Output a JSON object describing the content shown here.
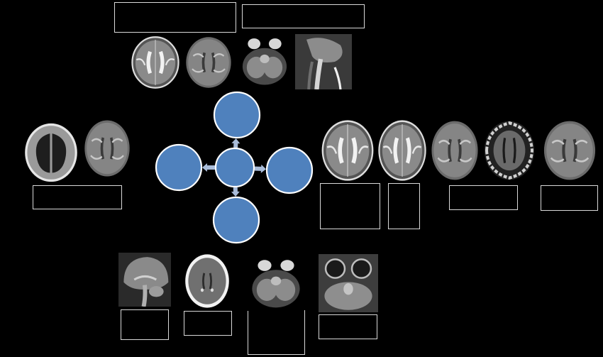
{
  "colors": {
    "background": "#000000",
    "node_fill": "#4f81bd",
    "node_stroke": "#ffffff",
    "arrow_fill": "#a9bcd9",
    "box_stroke": "#d9d9d9"
  },
  "diagram": {
    "nodes": [
      {
        "id": "center",
        "label": ""
      },
      {
        "id": "top",
        "label": ""
      },
      {
        "id": "left",
        "label": ""
      },
      {
        "id": "right",
        "label": ""
      },
      {
        "id": "bottom",
        "label": ""
      }
    ],
    "edges": [
      {
        "from": "center",
        "to": "top"
      },
      {
        "from": "center",
        "to": "left"
      },
      {
        "from": "center",
        "to": "right"
      },
      {
        "from": "center",
        "to": "bottom"
      }
    ]
  },
  "label_boxes": {
    "top_1": "",
    "top_2": "",
    "left_1": "",
    "right_1": "",
    "right_2": "",
    "right_3": "",
    "right_4": "",
    "bottom_1": "",
    "bottom_2": "",
    "bottom_3": "",
    "bottom_4": ""
  },
  "scans": [
    {
      "name": "axial-t2-neonatal-brain-scan",
      "kind": "axial-t2"
    },
    {
      "name": "axial-dwi-brain-scan",
      "kind": "axial-dwi"
    },
    {
      "name": "axial-posterior-fossa-scan",
      "kind": "posterior-fossa"
    },
    {
      "name": "sagittal-spine-scan",
      "kind": "sagittal-spine"
    },
    {
      "name": "axial-dilated-ventricles-scan",
      "kind": "ventriculomegaly"
    },
    {
      "name": "axial-dwi-bright-cortex-scan",
      "kind": "axial-dwi"
    },
    {
      "name": "axial-t2-brain-scan-a",
      "kind": "axial-t2"
    },
    {
      "name": "axial-t2-brain-scan-b",
      "kind": "axial-t2"
    },
    {
      "name": "axial-dwi-brain-scan-b",
      "kind": "axial-dwi"
    },
    {
      "name": "axial-atrophic-cortex-scan",
      "kind": "atrophy"
    },
    {
      "name": "axial-dwi-bright-basal-ganglia-scan",
      "kind": "axial-dwi"
    },
    {
      "name": "sagittal-t1-brain-scan",
      "kind": "sagittal-brain"
    },
    {
      "name": "axial-ct-brain-scan",
      "kind": "axial-ct"
    },
    {
      "name": "axial-brainstem-scan",
      "kind": "posterior-fossa"
    },
    {
      "name": "axial-orbits-scan",
      "kind": "orbits"
    }
  ]
}
